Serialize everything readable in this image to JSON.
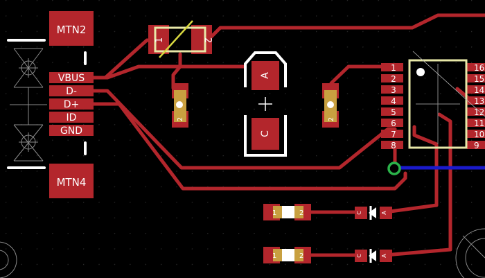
{
  "colors": {
    "background": "#000000",
    "grid": "#2a2a2a",
    "copper": "#b3262c",
    "pad": "#b3262c",
    "silkscreen": "#ffffff",
    "outline": "#e8e8a8",
    "bottom_trace": "#1a1acc",
    "via": "#2bb34a",
    "gold": "#c8a040",
    "diode_silk": "#d8d840"
  },
  "usb_connector": {
    "mount_top": "MTN2",
    "mount_bottom": "MTN4",
    "pins": [
      "VBUS",
      "D-",
      "D+",
      "ID",
      "GND"
    ]
  },
  "fuse": {
    "pin1": "1",
    "pin2": "2"
  },
  "capacitor": {
    "anode": "A",
    "cathode": "C"
  },
  "resistor_left": {
    "pin_bottom": "2"
  },
  "resistor_mid": {
    "pin_bottom": "2"
  },
  "ic": {
    "left_pins": [
      "1",
      "2",
      "3",
      "4",
      "5",
      "6",
      "7",
      "8"
    ],
    "right_pins": [
      "16",
      "15",
      "14",
      "13",
      "12",
      "11",
      "10",
      "9"
    ]
  },
  "led_row1": {
    "res_pin1": "1",
    "res_pin2": "2",
    "cathode": "C",
    "anode": "A"
  },
  "led_row2": {
    "res_pin1": "1",
    "res_pin2": "2",
    "cathode": "C",
    "anode": "A"
  }
}
